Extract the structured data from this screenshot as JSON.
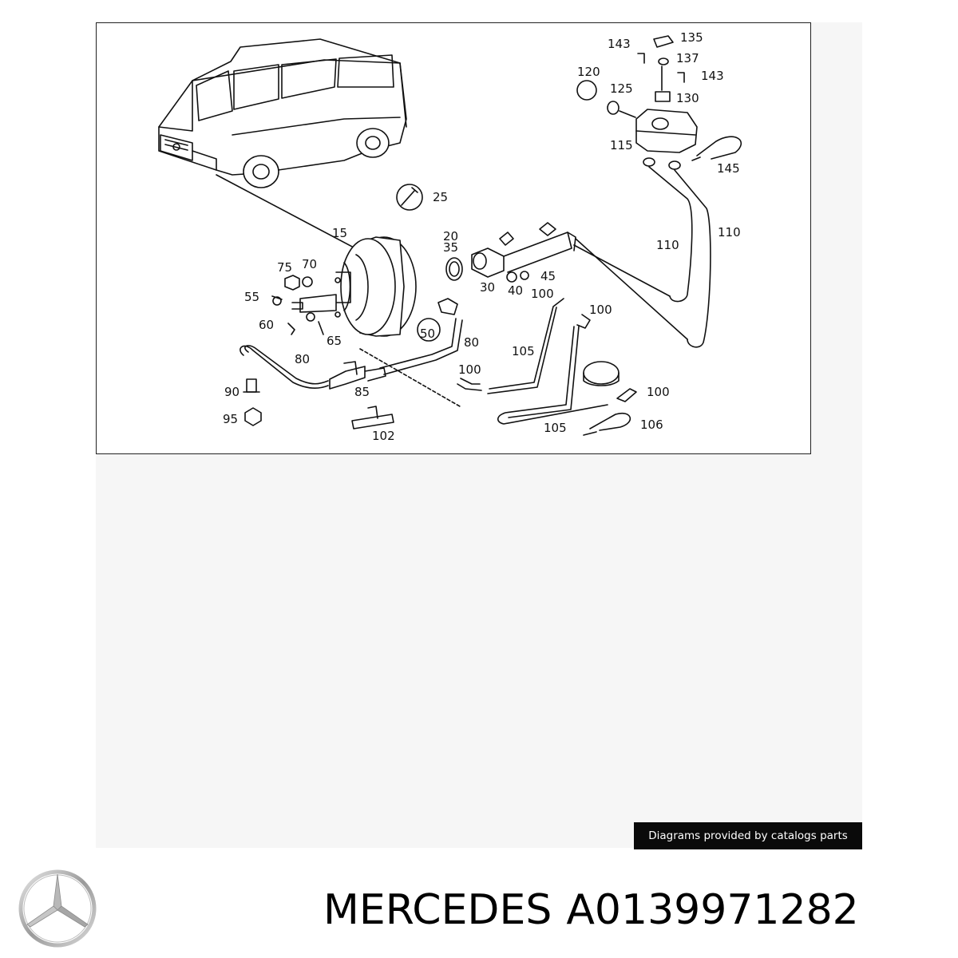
{
  "callouts": {
    "c15": "15",
    "c20": "20",
    "c25": "25",
    "c30": "30",
    "c35": "35",
    "c40": "40",
    "c45": "45",
    "c50": "50",
    "c55": "55",
    "c60": "60",
    "c65": "65",
    "c70": "70",
    "c75": "75",
    "c80a": "80",
    "c80b": "80",
    "c85": "85",
    "c90": "90",
    "c95": "95",
    "c100a": "100",
    "c100b": "100",
    "c100c": "100",
    "c100d": "100",
    "c102": "102",
    "c105a": "105",
    "c105b": "105",
    "c106": "106",
    "c110a": "110",
    "c110b": "110",
    "c115": "115",
    "c120": "120",
    "c125": "125",
    "c130": "130",
    "c135": "135",
    "c137": "137",
    "c143a": "143",
    "c143b": "143",
    "c145": "145"
  },
  "credit": {
    "text": "Diagrams provided by catalogs parts"
  },
  "brand": {
    "name": "MERCEDES",
    "part_number": "A0139971282"
  },
  "colors": {
    "line": "#111111",
    "frame_bg": "#f6f6f6",
    "credit_bg": "#0a0a0a",
    "credit_text": "#ffffff"
  },
  "icons": {
    "logo": "mercedes-star-logo",
    "wrench": "wrench-icon"
  }
}
